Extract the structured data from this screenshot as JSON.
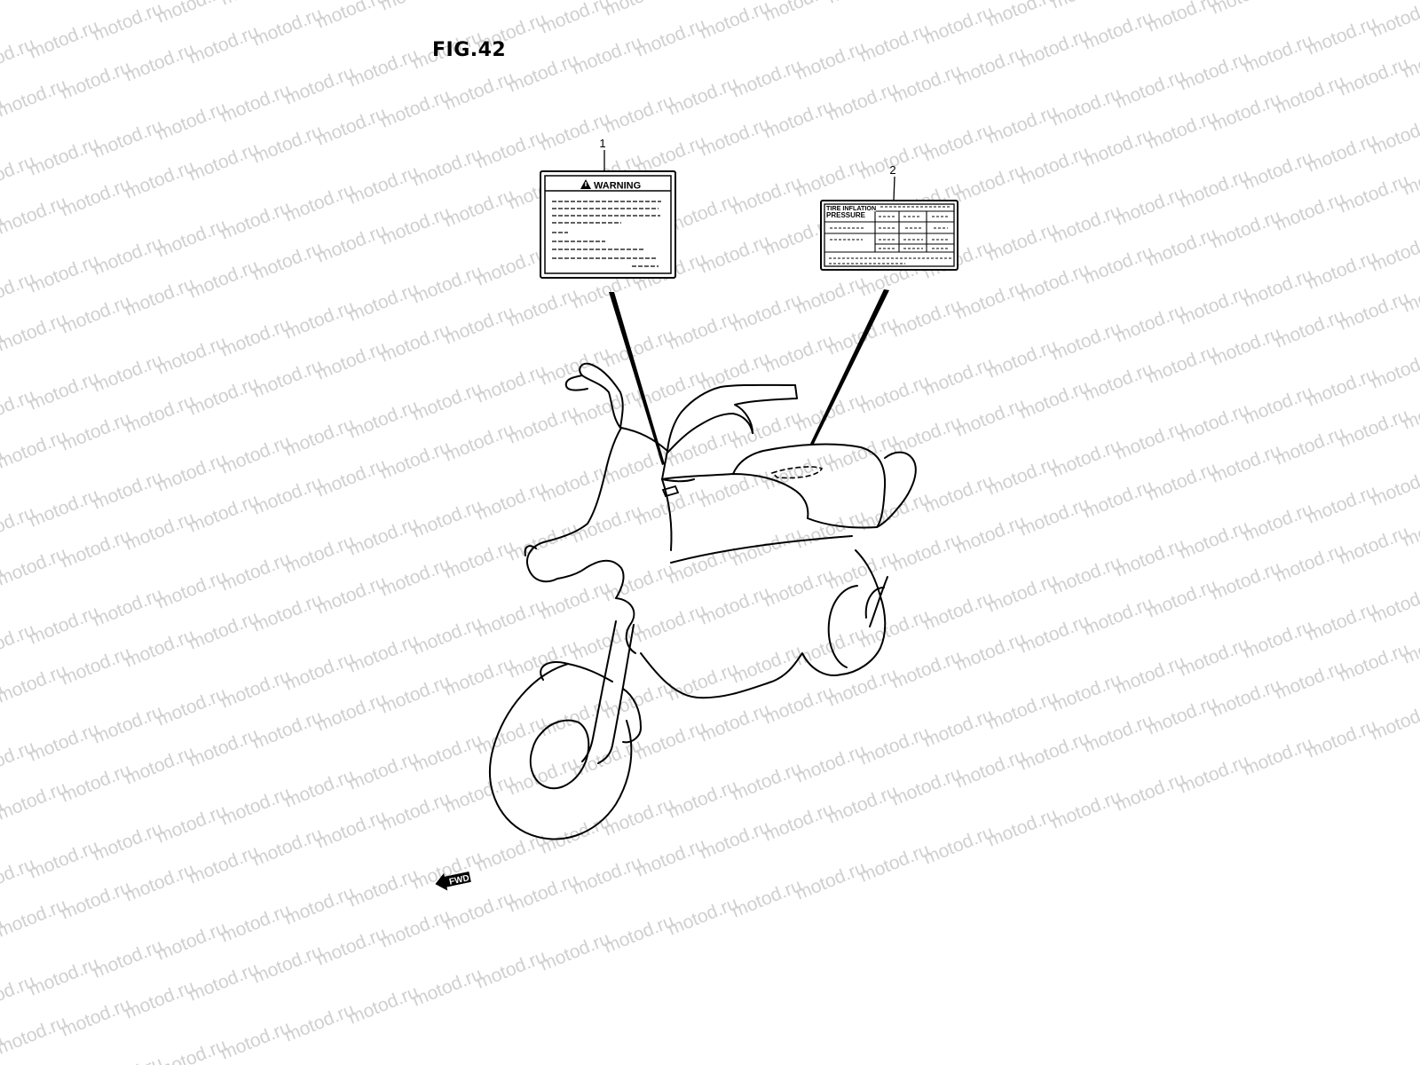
{
  "figure": {
    "title": "FIG.42"
  },
  "watermark": {
    "text": "motod.ru",
    "color": "#d0d0d0"
  },
  "parts": [
    {
      "ref": "1",
      "label_title": "WARNING",
      "icon": "warning-triangle-icon"
    },
    {
      "ref": "2",
      "label_title_line1": "TIRE INFLATION",
      "label_title_line2": "PRESSURE"
    }
  ],
  "direction_badge": {
    "text": "FWD",
    "icon": "arrow-left-icon"
  }
}
